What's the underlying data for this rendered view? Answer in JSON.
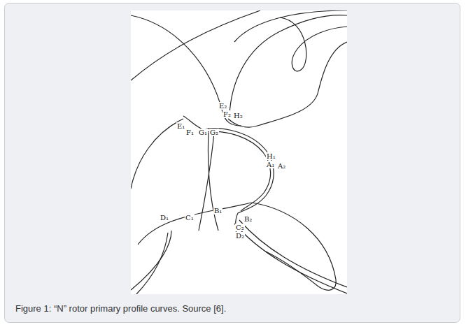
{
  "diagram": {
    "caption": "Figure 1: “N” rotor primary profile curves. Source [6].",
    "labels": [
      "E₂",
      "F₂",
      "H₂",
      "E₁",
      "F₁",
      "G₁",
      "G₂",
      "H₁",
      "A₁",
      "A₂",
      "B₁",
      "B₂",
      "C₁",
      "C₂",
      "D₁",
      "D₂"
    ]
  }
}
